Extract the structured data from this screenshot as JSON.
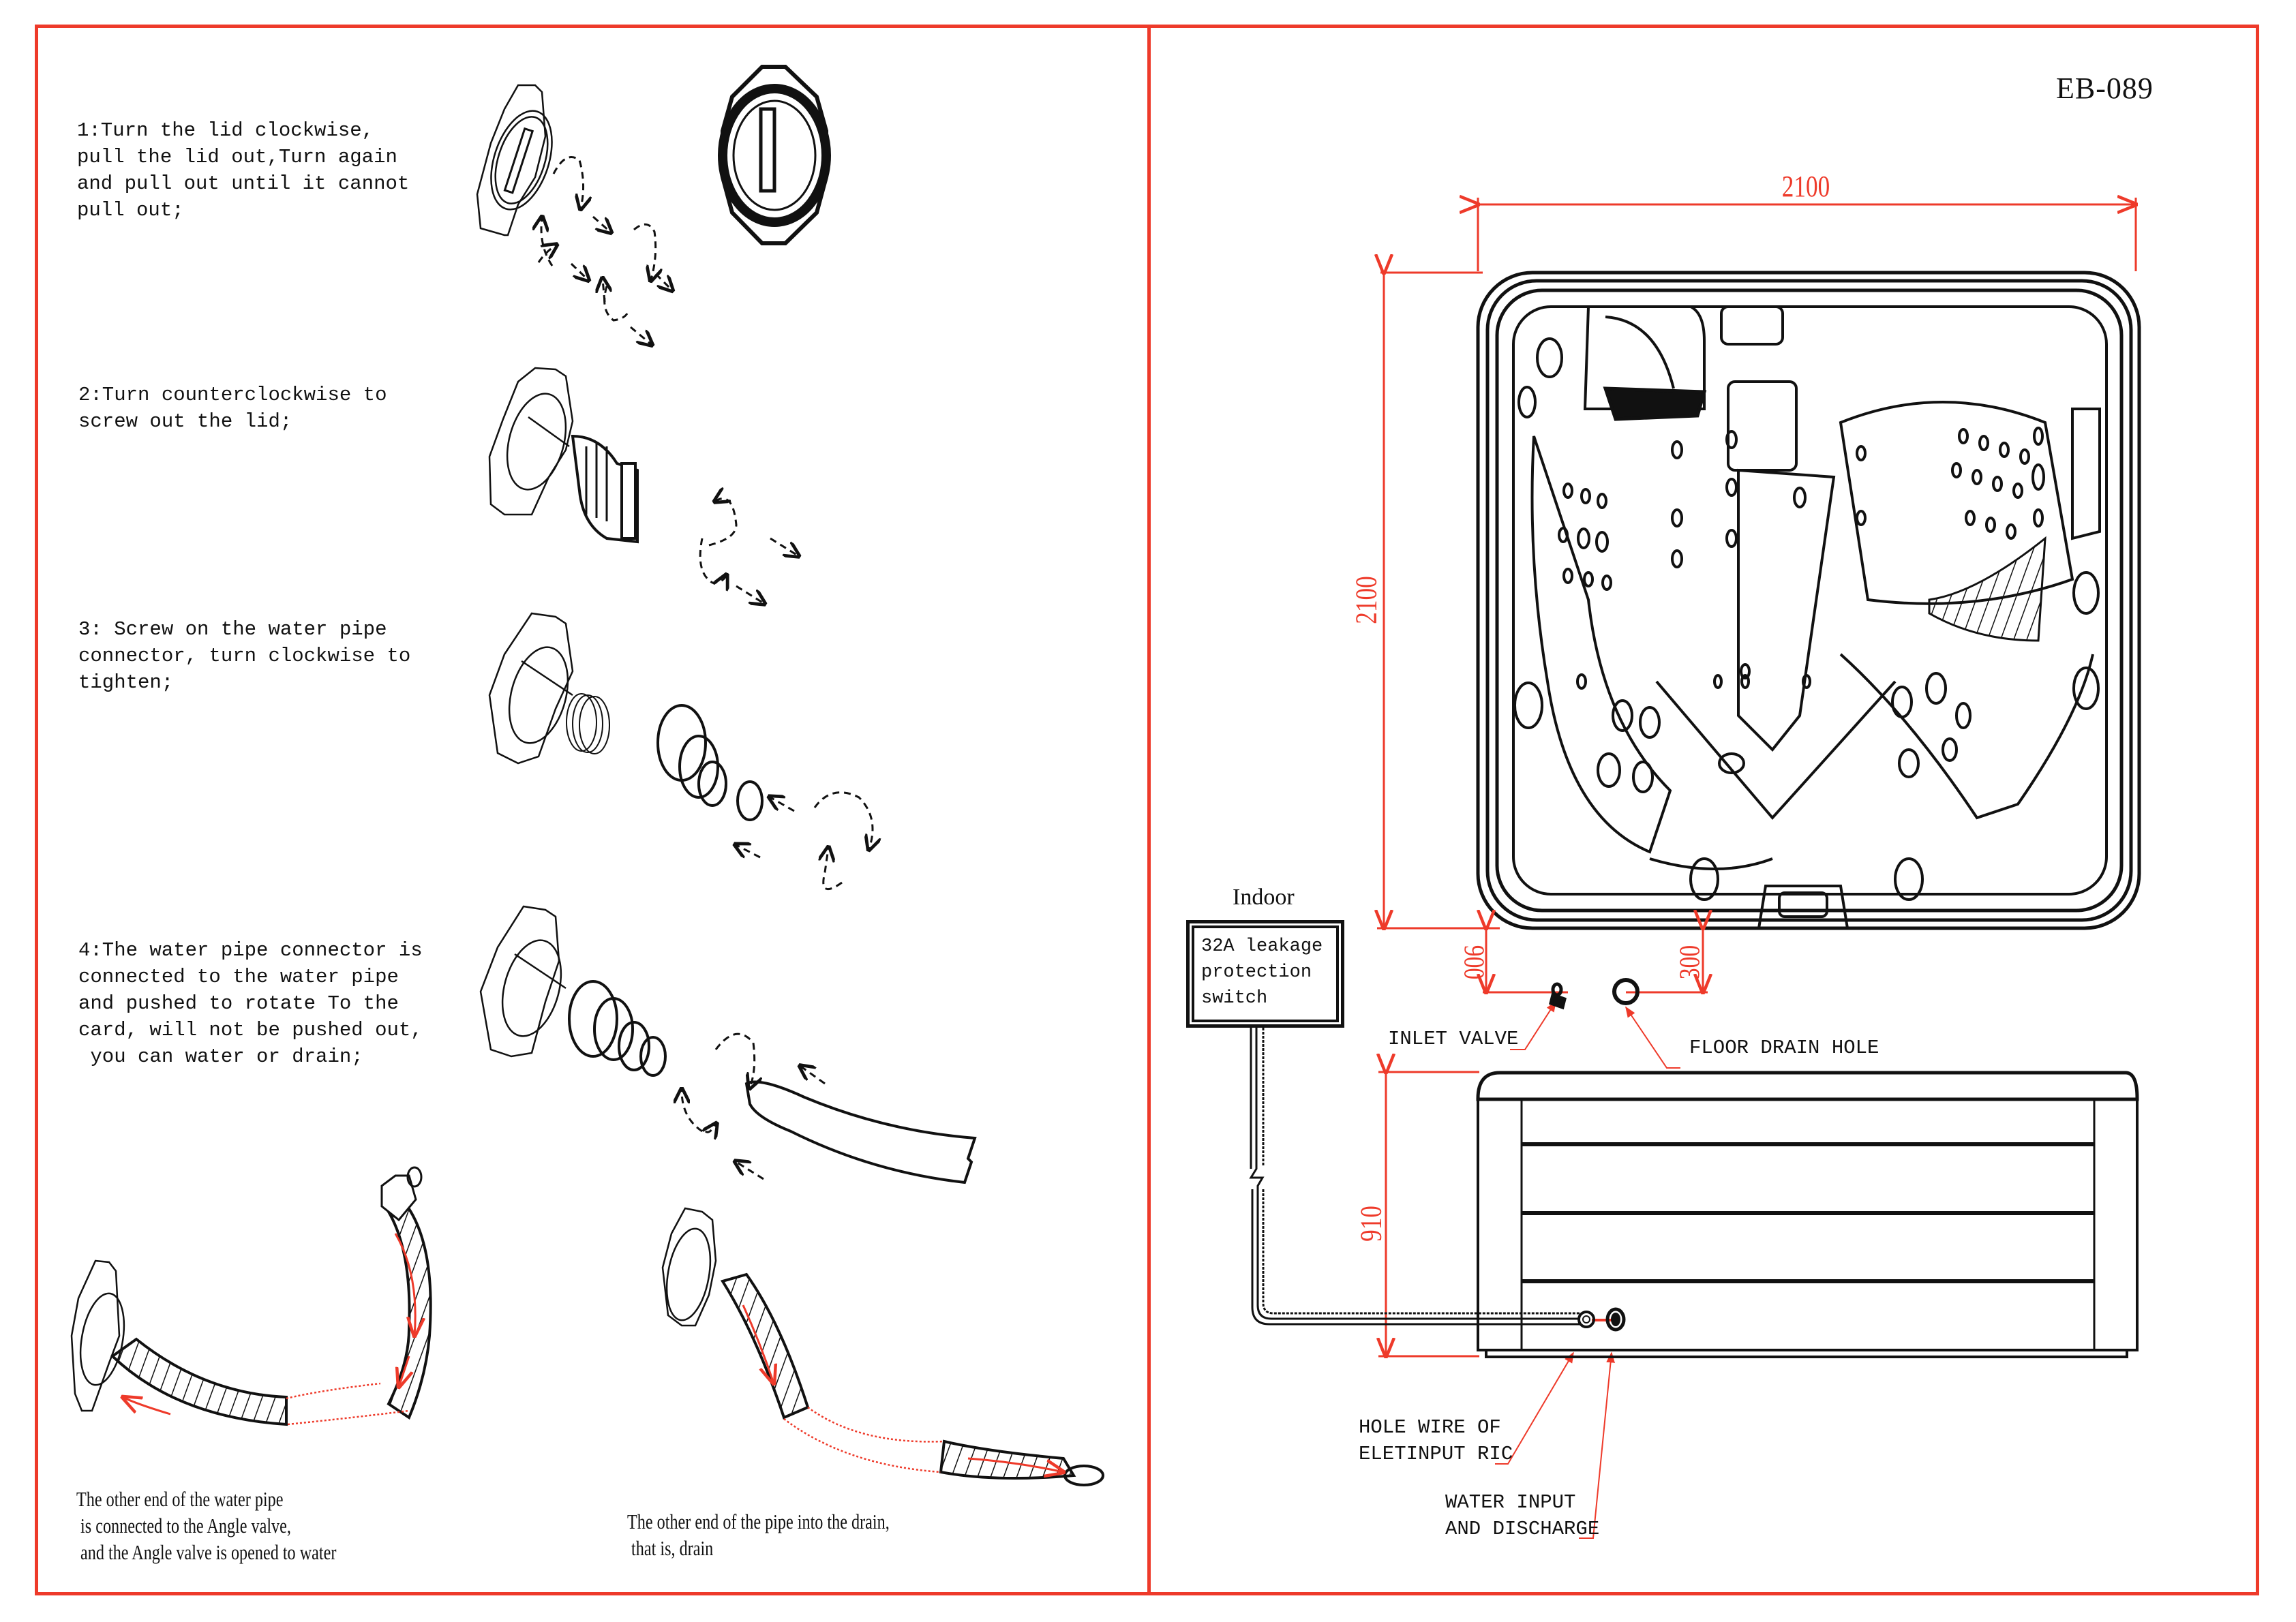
{
  "document": {
    "model_code": "EB-089",
    "accent_color": "#ee3a2a",
    "line_color": "#111111"
  },
  "left_panel": {
    "steps": [
      {
        "number": "1",
        "text": "1:Turn the lid clockwise,\npull the lid out,Turn again\nand pull out until it cannot\npull out;"
      },
      {
        "number": "2",
        "text": "2:Turn counterclockwise to\nscrew out the lid;"
      },
      {
        "number": "3",
        "text": "3: Screw on the water pipe\nconnector, turn clockwise to\ntighten;"
      },
      {
        "number": "4",
        "text": "4:The water pipe connector is\nconnected to the water pipe\nand pushed to rotate To the\ncard, will not be pushed out,\n you can water or drain;"
      }
    ],
    "captions": [
      {
        "text": "The other end of the water pipe\n is connected to the Angle valve,\n and the Angle valve is opened to water"
      },
      {
        "text": "The other end of the pipe into the drain,\n that is, drain"
      }
    ],
    "illustrations": [
      "drain-valve-lid-closed",
      "drain-valve-front-view",
      "drain-valve-lid-unscrewed",
      "drain-valve-threaded-connector",
      "drain-valve-connector-attached-hose",
      "hose-to-angle-valve",
      "hose-to-floor-drain"
    ]
  },
  "right_panel": {
    "dimensions": {
      "top_width": "2100",
      "top_depth": "2100",
      "inlet_offset": "900",
      "drain_offset": "300",
      "side_height": "910"
    },
    "indoor_label": "Indoor",
    "switch_label": "32A leakage\nprotection\nswitch",
    "labels": {
      "inlet_valve": "INLET VALVE",
      "floor_drain_hole": "FLOOR DRAIN HOLE",
      "hole_wire": "HOLE WIRE OF\nELETINPUT RIC",
      "water_input": "WATER INPUT\nAND DISCHARGE"
    }
  }
}
